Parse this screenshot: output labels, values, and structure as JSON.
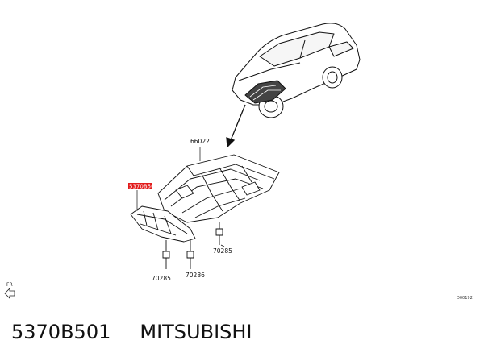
{
  "diagram": {
    "part_labels": {
      "main_guard": "66022",
      "highlighted_guard": "5370B501",
      "fastener_right": "70285",
      "fastener_left": "70285",
      "fastener_center": "70286"
    },
    "direction_label": "FR",
    "drawing_code": "D00192",
    "highlight_color": "#e21b1b"
  },
  "footer": {
    "part_number": "5370B501",
    "brand": "MITSUBISHI"
  }
}
